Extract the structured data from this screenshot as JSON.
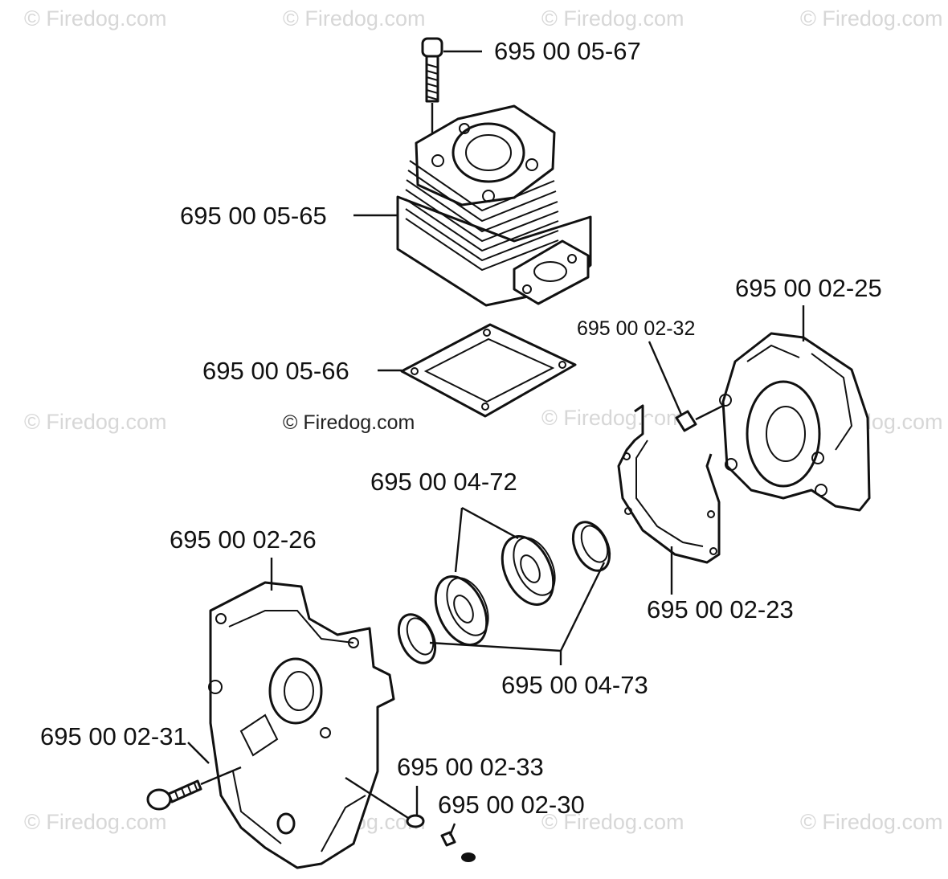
{
  "watermarks": [
    "© Firedog.com",
    "© Firedog.com",
    "© Firedog.com",
    "© Firedog.com",
    "© Firedog.com",
    "© Firedog.com",
    "© Firedog.com",
    "© Firedog.com",
    "© Firedog.com",
    "© Firedog.com",
    "© Firedog.com"
  ],
  "center_watermark": "© Firedog.com",
  "parts": {
    "screw_top": "695 00 05-67",
    "cylinder": "695 00 05-65",
    "cylinder_gasket": "695 00 05-66",
    "crankcase_right": "695 00 02-25",
    "dowel_pin": "695 00 02-32",
    "bearing": "695 00 04-72",
    "crankcase_left": "695 00 02-26",
    "crankcase_gasket": "695 00 02-23",
    "seal_ring": "695 00 04-73",
    "crankcase_screw": "695 00 02-31",
    "washer": "695 00 02-33",
    "plug": "695 00 02-30"
  }
}
